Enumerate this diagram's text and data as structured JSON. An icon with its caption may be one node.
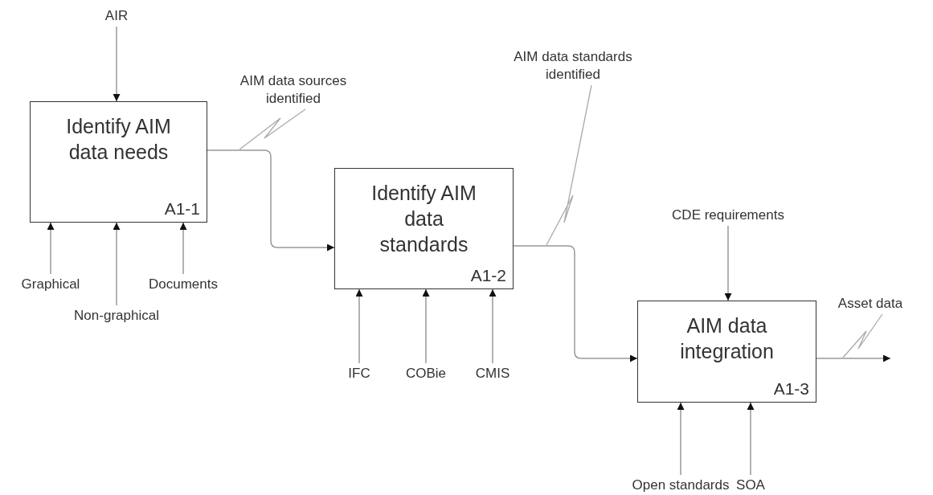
{
  "diagram": {
    "nodes": [
      {
        "text": [
          "Identify AIM data needs",
          "A1-1"
        ]
      },
      {
        "text": [
          "Identify AIM data standards",
          "A1-2"
        ]
      },
      {
        "text": [
          "AIM data integration",
          "A1-3"
        ]
      },
      {
        "text": [
          "AIR"
        ]
      },
      {
        "text": [
          "Graphical"
        ]
      },
      {
        "text": [
          "Non-graphical"
        ]
      },
      {
        "text": [
          "Documents"
        ]
      },
      {
        "text": [
          "IFC"
        ]
      },
      {
        "text": [
          "COBie"
        ]
      },
      {
        "text": [
          "CMIS"
        ]
      },
      {
        "text": [
          "CDE requirements"
        ]
      },
      {
        "text": [
          "Open standards"
        ]
      },
      {
        "text": [
          "SOA"
        ]
      },
      {
        "text": [
          "AIM data sources identified"
        ]
      },
      {
        "text": [
          "AIM data standards identified"
        ]
      },
      {
        "text": [
          "Asset data"
        ]
      }
    ],
    "edges": [
      {
        "from": 3,
        "to": 0,
        "arrow": "to"
      },
      {
        "from": 4,
        "to": 0,
        "arrow": "to"
      },
      {
        "from": 5,
        "to": 0,
        "arrow": "to"
      },
      {
        "from": 6,
        "to": 0,
        "arrow": "to"
      },
      {
        "from": 0,
        "to": 1,
        "arrow": "to"
      },
      {
        "from": 7,
        "to": 1,
        "arrow": "to"
      },
      {
        "from": 8,
        "to": 1,
        "arrow": "to"
      },
      {
        "from": 9,
        "to": 1,
        "arrow": "to"
      },
      {
        "from": 1,
        "to": 2,
        "arrow": "to"
      },
      {
        "from": 10,
        "to": 2,
        "arrow": "to"
      },
      {
        "from": 11,
        "to": 2,
        "arrow": "to"
      },
      {
        "from": 12,
        "to": 2,
        "arrow": "to"
      },
      {
        "from": 2,
        "to": null,
        "arrow": "to"
      },
      {
        "from": 13,
        "to": null,
        "arrow": "none"
      },
      {
        "from": 14,
        "to": null,
        "arrow": "none"
      },
      {
        "from": 15,
        "to": null,
        "arrow": "none"
      }
    ]
  }
}
